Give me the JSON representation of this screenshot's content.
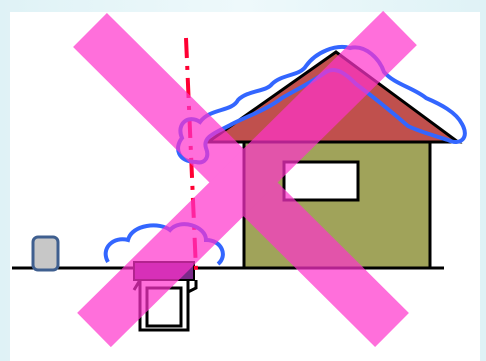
{
  "diagram": {
    "colors": {
      "background_gradient": "#dff2f6",
      "panel": "#ffffff",
      "ground_line": "#000000",
      "roof_fill": "#c0504d",
      "wall_fill": "#a0a35a",
      "outline": "#000000",
      "cloud_outline": "#3366ff",
      "boundary_line": "#ff0033",
      "pipe_fill": "#7a2a8a",
      "cross_mark": "#ff33cc",
      "meter_box_fill": "#c7c7c7",
      "meter_box_outline": "#3f5f8f"
    },
    "elements": {
      "house": "house",
      "ground": "ground-line",
      "property_boundary": "dash-dot-line",
      "meter_box": "meter-box",
      "underground_pipe": "pipe-shaft",
      "shrub_clouds": "cloud-outline",
      "prohibition_mark": "cross-mark"
    }
  }
}
